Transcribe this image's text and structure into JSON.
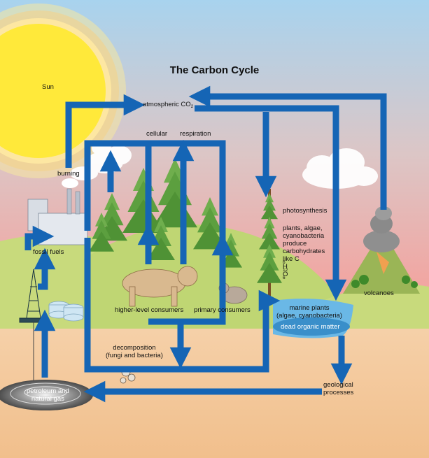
{
  "title": "The Carbon Cycle",
  "labels": {
    "sun": "Sun",
    "atmospheric_co2_prefix": "atmospheric CO",
    "atmospheric_co2_sub": "2",
    "cellular": "cellular",
    "respiration": "respiration",
    "burning": "burning",
    "photosynthesis": "photosynthesis",
    "producers_lines": [
      "plants, algae,",
      "cyanobacteria",
      "produce",
      "carbohydrates"
    ],
    "producers_formula": {
      "prefix": "like C",
      "s1": "6",
      "m1": "H",
      "s2": "12",
      "m2": "O",
      "s3": "6"
    },
    "fossil_fuels": "fossil fuels",
    "volcanoes": "volcanoes",
    "higher_level_consumers": "higher-level consumers",
    "primary_consumers": "primary consumers",
    "marine_plants_lines": [
      "marine plants",
      "(algae, cyanobacteria)"
    ],
    "dead_organic_matter": "dead organic matter",
    "decomposition_lines": [
      "decomposition",
      "(fungi and bacteria)"
    ],
    "petroleum_lines": [
      "petroleum and",
      "natural gas"
    ],
    "geological_lines": [
      "geological",
      "processes"
    ]
  },
  "colors": {
    "arrow": "#1565b5",
    "sun": "#ffe93a",
    "sky_top": "#a9d4ee",
    "sky_horizon": "#f3a29d",
    "ground": "#f4c69a",
    "grass": "#c8da7c",
    "marine": "#6ab8e6"
  }
}
